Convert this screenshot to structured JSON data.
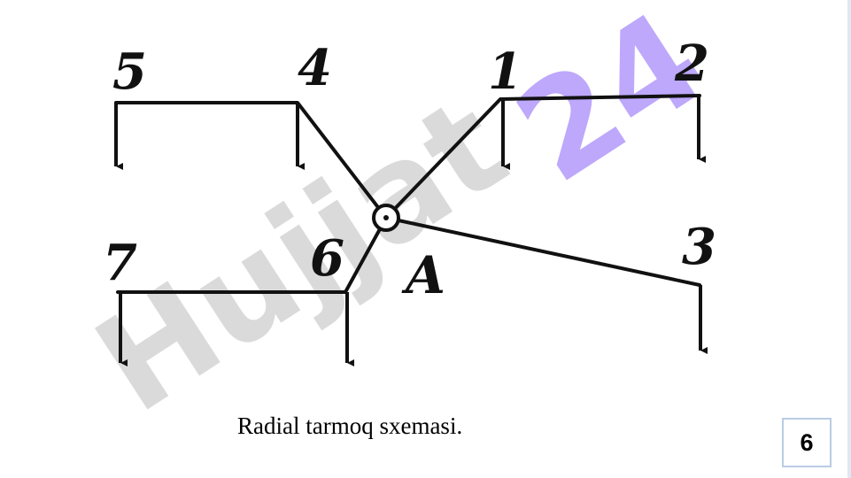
{
  "diagram": {
    "source_label": "A",
    "node_labels": [
      "1",
      "2",
      "3",
      "4",
      "5",
      "6",
      "7"
    ],
    "line_color": "#111111"
  },
  "watermark": {
    "text": "Hujjat",
    "number": "24",
    "text_color": "#bdbdbd",
    "number_color": "#a78bfa"
  },
  "caption": "Radial tarmoq sxemasi.",
  "page_number": "6"
}
